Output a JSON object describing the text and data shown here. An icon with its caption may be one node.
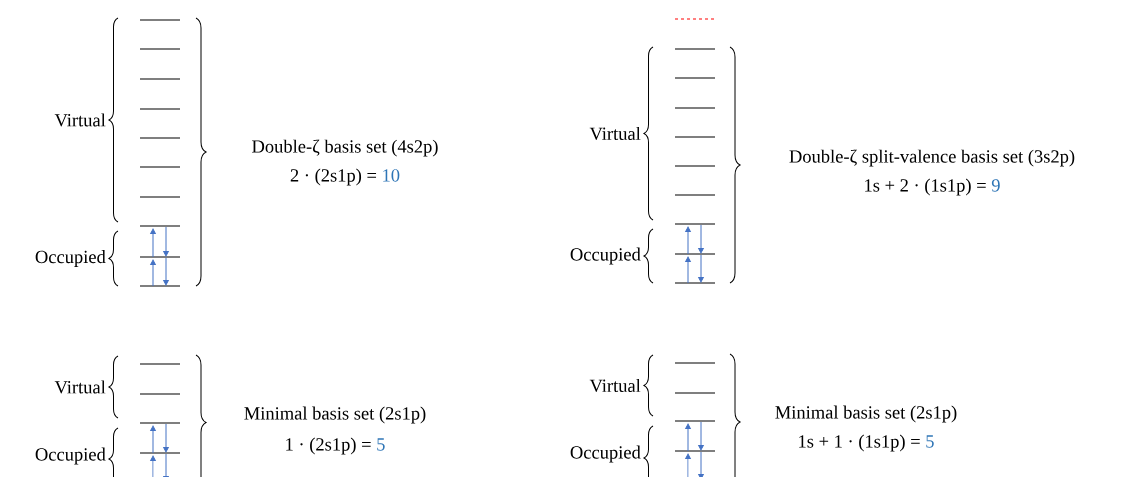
{
  "diagram": {
    "labels": [
      "Virtual",
      "Occupied",
      "Double-ζ basis set (4s2p)",
      "2 · (2s1p) =",
      "10",
      "Virtual",
      "Occupied",
      "Double-ζ split-valence basis set (3s2p)",
      "1s + 2 · (1s1p) =",
      "9",
      "Virtual",
      "Occupied",
      "Minimal basis set (2s1p)",
      "1 · (2s1p) =",
      "5",
      "Virtual",
      "Occupied",
      "Minimal basis set (2s1p)",
      "1s + 1 · (1s1p) =",
      "5"
    ]
  }
}
